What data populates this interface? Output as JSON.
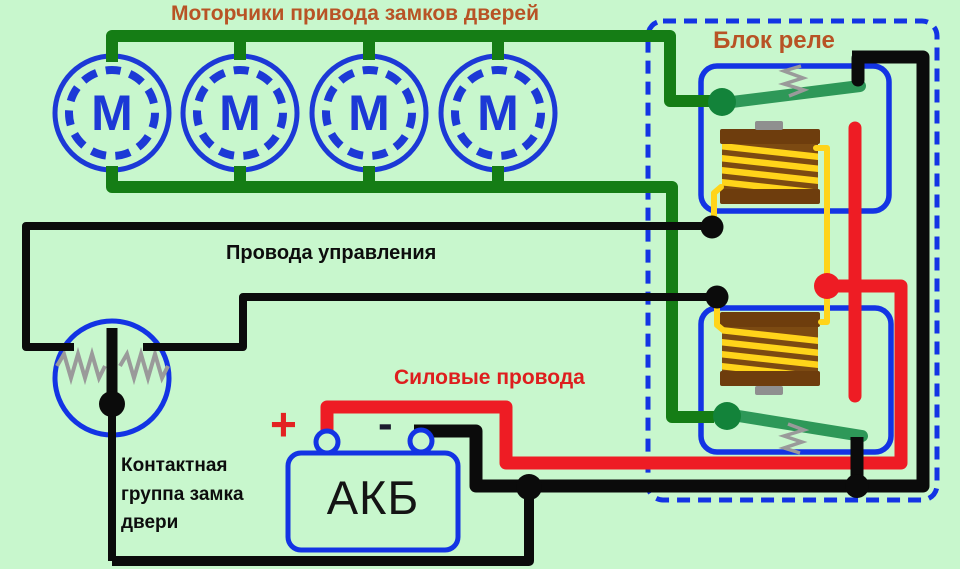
{
  "title": "Моторчики привода замков дверей",
  "labels": {
    "relay_block": "Блок реле",
    "control_wires": "Провода управления",
    "power_wires": "Силовые провода",
    "contact_group_lines": [
      "Контактная",
      "группа замка",
      "двери"
    ]
  },
  "battery": {
    "name": "АКБ",
    "plus_sign": "+",
    "minus_sign": "-"
  },
  "motors": {
    "count": 4,
    "symbol": "М"
  },
  "colors": {
    "background": "#c8f7cd",
    "wire_green": "#157d15",
    "armature_green": "#2e9858",
    "wire_red": "#ee1c24",
    "wire_black": "#0b0b0b",
    "wire_yellow": "#ffd41a",
    "outline_blue": "#1334e4",
    "coil_brown": "#7c4a12",
    "coil_flange_brown": "#6e3d0d",
    "spring_gray": "#9a9a9a",
    "label_orange": "#b85325",
    "label_red": "#de1e1e"
  }
}
